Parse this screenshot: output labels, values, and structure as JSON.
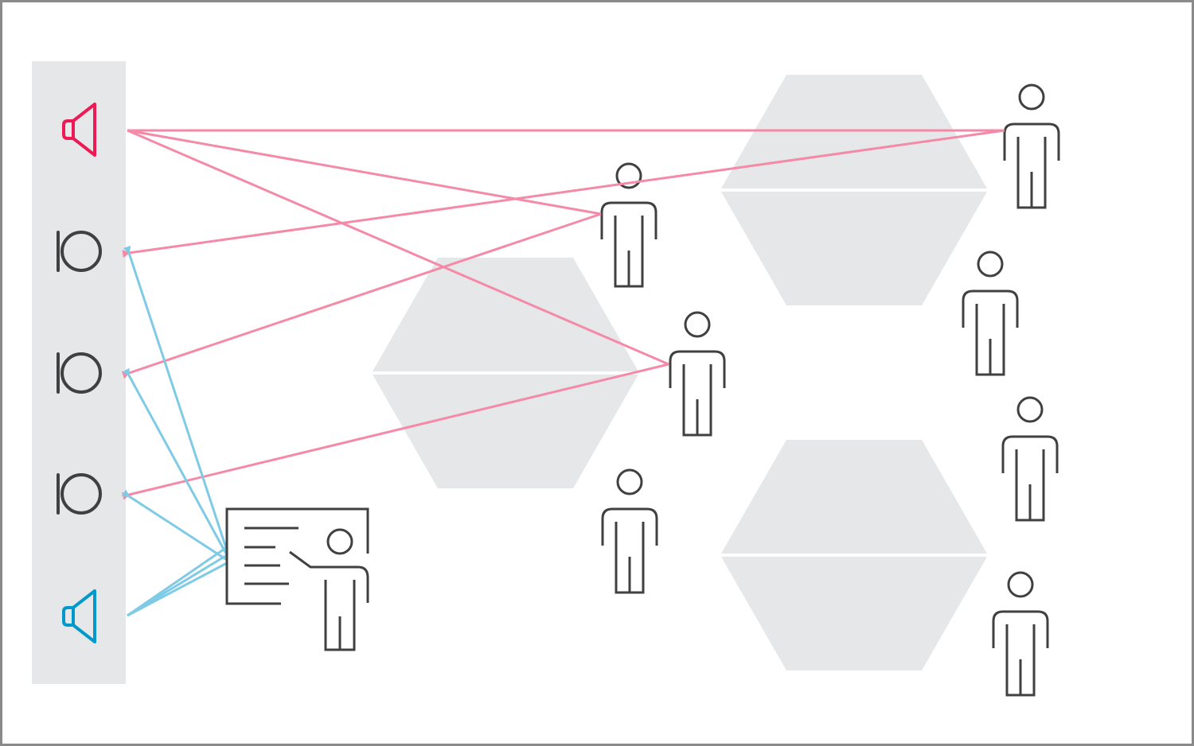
{
  "colors": {
    "panel": "#e6e7e8",
    "hexagon": "#e6e7e8",
    "icon": "#404040",
    "speaker_primary": "#ed1a55",
    "speaker_secondary": "#0099cc",
    "path_primary": "#f48aa8",
    "path_secondary": "#7fcbe6"
  },
  "icons": {
    "speakers": [
      "speaker-icon-red",
      "speaker-icon-blue"
    ],
    "microphones": [
      "microphone-icon",
      "microphone-icon",
      "microphone-icon"
    ],
    "presenter": "presenter-board-icon",
    "listener": "person-icon",
    "table": "hexagon-table"
  }
}
